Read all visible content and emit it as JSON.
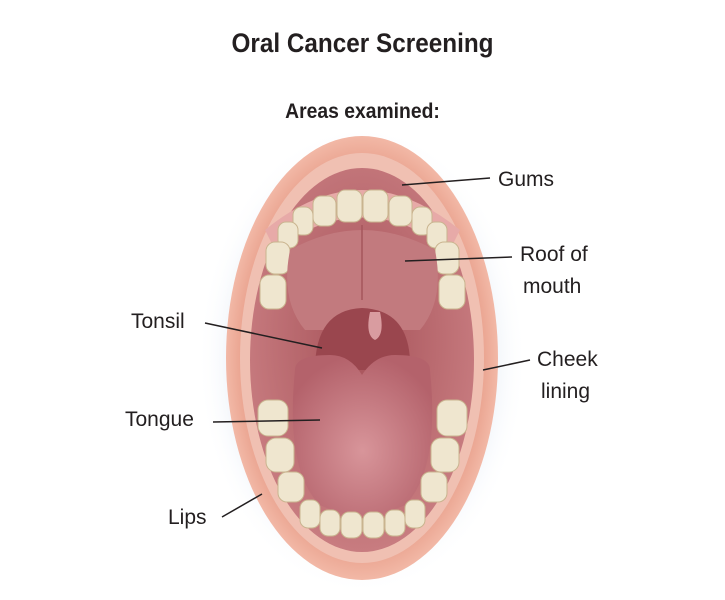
{
  "title": "Oral Cancer Screening",
  "subtitle": "Areas examined:",
  "labels": {
    "gums": "Gums",
    "roof_line1": "Roof of",
    "roof_line2": "mouth",
    "tonsil": "Tonsil",
    "cheek_line1": "Cheek",
    "cheek_line2": "lining",
    "tongue": "Tongue",
    "lips": "Lips"
  },
  "colors": {
    "lip": "#e8a08c",
    "cavity": "#b8666b",
    "tongue": "#c4747a",
    "teeth": "#efe6cf",
    "gum": "#e7aaa8"
  }
}
